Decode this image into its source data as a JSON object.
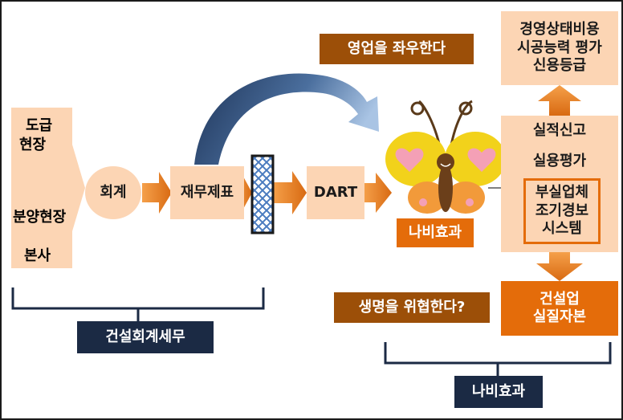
{
  "left_group": {
    "items": [
      "도급",
      "현장",
      "분양현장",
      "본사"
    ]
  },
  "accounting": "회계",
  "financial_statements": "재무제표",
  "dart": "DART",
  "butterfly_label": "나비효과",
  "sales_callout": "영업을 좌우한다",
  "upper_box": [
    "경영상태비용",
    "시공능력 평가",
    "신용등급"
  ],
  "middle_box": {
    "line1": "실적신고",
    "line2": "실용평가",
    "inner": [
      "부실업체",
      "조기경보",
      "시스템"
    ]
  },
  "capital_box": [
    "건설업",
    "실질자본"
  ],
  "life_callout": "생명을 위협한다?",
  "bracket_left_label": "건설회계세무",
  "bracket_right_label": "나비효과",
  "colors": {
    "peach": "#fcd5b4",
    "orange": "#e46c0a",
    "brown": "#9c4f08",
    "navy": "#1b2a44",
    "butterfly_yellow": "#f2d21b",
    "butterfly_orange": "#f29a3a",
    "heart_pink": "#f4a0b6",
    "curve_blue": "#3c5a86"
  }
}
